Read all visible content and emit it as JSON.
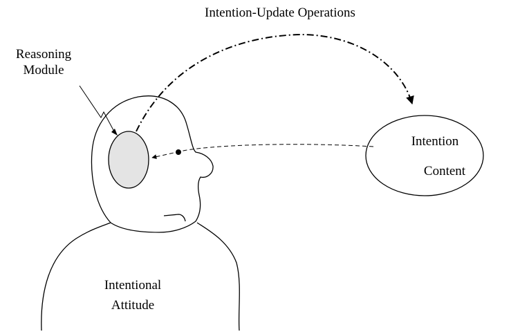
{
  "labels": {
    "operations": "Intention-Update Operations",
    "reasoning_line1": "Reasoning",
    "reasoning_line2": "Module",
    "intention_line1": "Intention",
    "intention_line2": "Content",
    "attitude_line1": "Intentional",
    "attitude_line2": "Attitude"
  },
  "colors": {
    "stroke": "#000000",
    "module_fill": "#e4e4e4",
    "background": "#ffffff"
  }
}
